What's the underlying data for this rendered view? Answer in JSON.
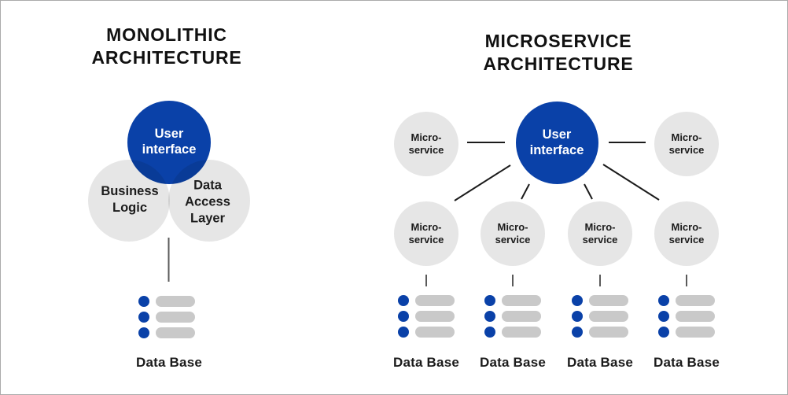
{
  "diagram": {
    "colors": {
      "primary_blue": "#0a41a8",
      "circle_gray": "#e6e6e6",
      "pill_gray": "#c9c9c9",
      "connector_dark": "#1b1b1b",
      "connector_gray": "#5a5a5a",
      "title_text": "#111111",
      "label_text": "#1c1c1c",
      "background": "#ffffff",
      "frame_border": "#ababab"
    },
    "monolithic": {
      "title": "MONOLITHIC\nARCHITECTURE",
      "user_interface": "User\ninterface",
      "business_logic": "Business\nLogic",
      "data_access_layer": "Data\nAccess\nLayer",
      "database_label": "Data Base"
    },
    "microservice": {
      "title": "MICROSERVICE\nARCHITECTURE",
      "user_interface": "User\ninterface",
      "services": [
        {
          "label": "Micro-\nservice"
        },
        {
          "label": "Micro-\nservice"
        },
        {
          "label": "Micro-\nservice"
        },
        {
          "label": "Micro-\nservice"
        },
        {
          "label": "Micro-\nservice"
        },
        {
          "label": "Micro-\nservice"
        }
      ],
      "databases": [
        {
          "label": "Data Base"
        },
        {
          "label": "Data Base"
        },
        {
          "label": "Data Base"
        },
        {
          "label": "Data Base"
        }
      ]
    }
  }
}
